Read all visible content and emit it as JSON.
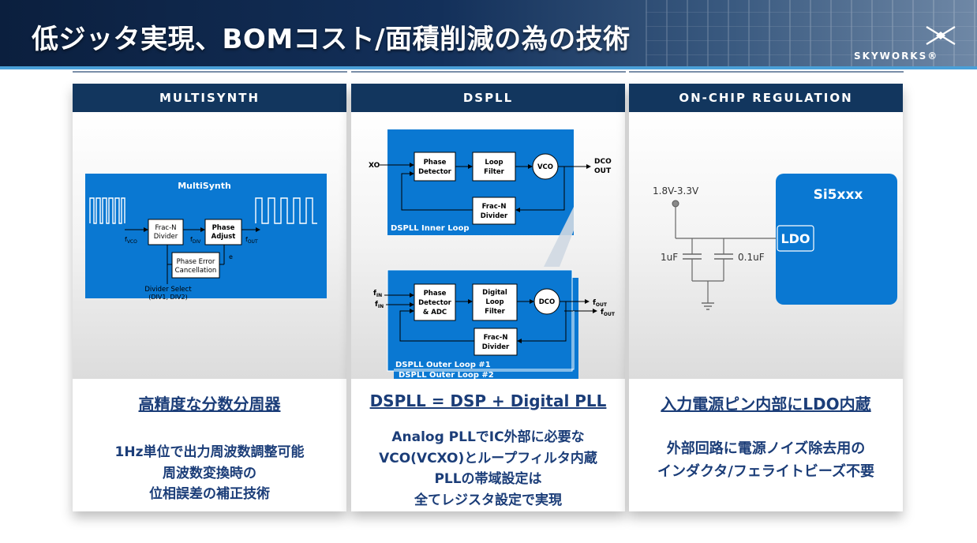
{
  "header": {
    "title": "低ジッタ実現、BOMコスト/面積削減の為の技術",
    "logo_text": "SKYWORKS®"
  },
  "panels": [
    {
      "heading": "MULTISYNTH",
      "diagram": {
        "title": "MultiSynth",
        "frac_n_divider": [
          "Frac-N",
          "Divider"
        ],
        "phase_adjust": [
          "Phase",
          "Adjust"
        ],
        "phase_error": [
          "Phase Error",
          "Cancellation"
        ],
        "fvco_main": "f",
        "fvco_sub": "VCO",
        "fdiv_main": "f",
        "fdiv_sub": "DIV",
        "fout_main": "f",
        "fout_sub": "OUT",
        "e_label": "e",
        "divider_select": [
          "Divider Select",
          "(DIV1, DIV2)"
        ]
      },
      "feature_title": "高精度な分数分周器",
      "body": [
        "1Hz単位で出力周波数調整可能",
        "周波数変換時の",
        "位相誤差の補正技術"
      ]
    },
    {
      "heading": "DSPLL",
      "diagram": {
        "xo": "XO",
        "phase_detector": [
          "Phase",
          "Detector"
        ],
        "loop_filter": [
          "Loop",
          "Filter"
        ],
        "vco": "VCO",
        "dco_out": [
          "DCO",
          "OUT"
        ],
        "frac_n_divider_inner": [
          "Frac-N",
          "Divider"
        ],
        "inner_loop_label": "DSPLL Inner Loop",
        "fin_main": "f",
        "fin_sub": "IN",
        "phase_detector_adc": [
          "Phase",
          "Detector",
          "& ADC"
        ],
        "digital_loop_filter": [
          "Digital",
          "Loop",
          "Filter"
        ],
        "dco": "DCO",
        "fout_main": "f",
        "fout_sub": "OUT",
        "frac_n_divider_outer": [
          "Frac-N",
          "Divider"
        ],
        "outer_loop1": "DSPLL Outer Loop #1",
        "outer_loop2": "DSPLL Outer Loop #2"
      },
      "feature_title": "DSPLL = DSP + Digital PLL",
      "body": [
        "Analog PLLでIC外部に必要な",
        "VCO(VCXO)とループフィルタ内蔵",
        "PLLの帯域設定は",
        "全てレジスタ設定で実現"
      ]
    },
    {
      "heading": "ON-CHIP REGULATION",
      "diagram": {
        "voltage": "1.8V-3.3V",
        "cap1": "1uF",
        "cap2": "0.1uF",
        "chip": "Si5xxx",
        "ldo": "LDO"
      },
      "feature_title": "入力電源ピン内部にLDO内蔵",
      "body": [
        "外部回路に電源ノイズ除去用の",
        "インダクタ/フェライトビーズ不要"
      ]
    }
  ]
}
